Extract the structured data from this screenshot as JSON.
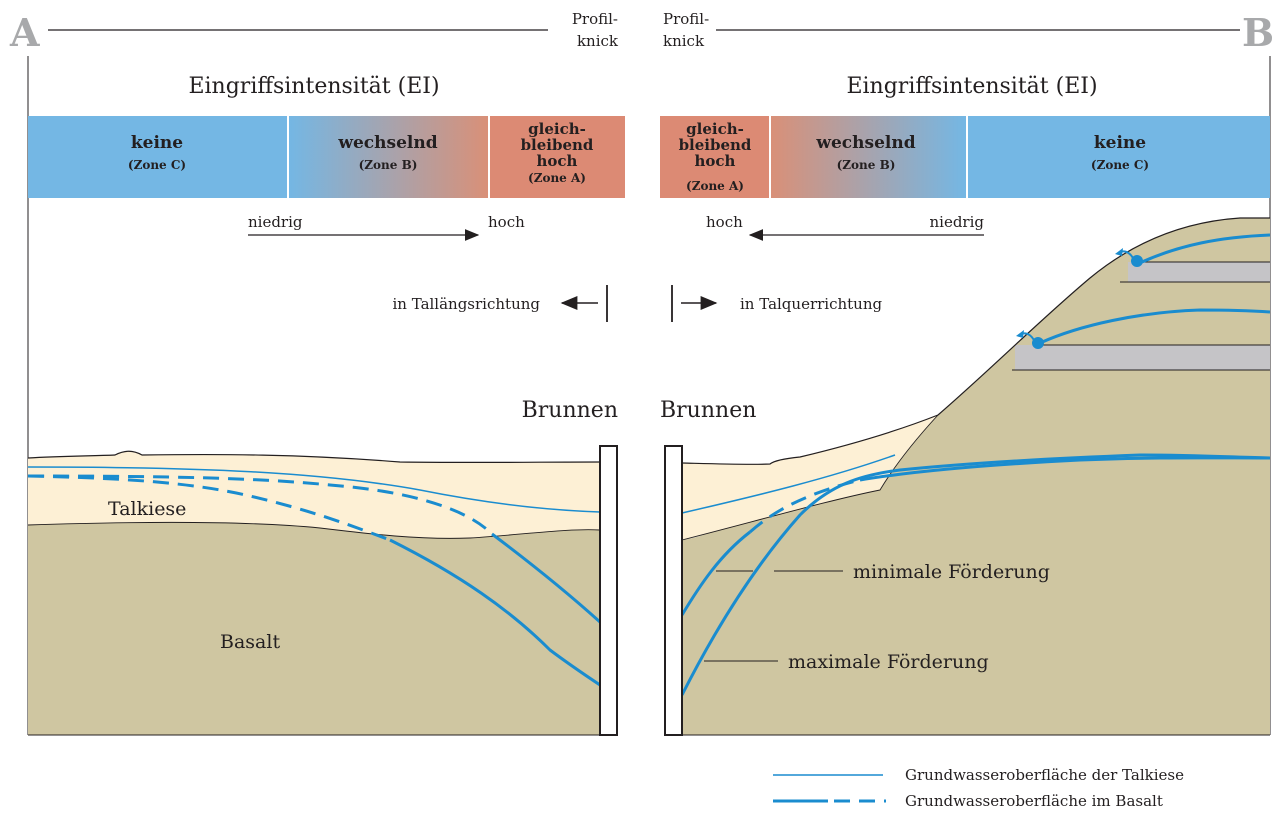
{
  "corners": {
    "left": "A",
    "right": "B"
  },
  "profile_break": {
    "left": [
      "Profil-",
      "knick"
    ],
    "right": [
      "Profil-",
      "knick"
    ]
  },
  "intensity_title": {
    "left": "Eingriffsintensität (EI)",
    "right": "Eingriffsintensität (EI)"
  },
  "zones_left": [
    {
      "label_lines": [
        "keine"
      ],
      "zone": "(Zone C)"
    },
    {
      "label_lines": [
        "wechselnd"
      ],
      "zone": "(Zone B)"
    },
    {
      "label_lines": [
        "gleich-",
        "bleibend",
        "hoch"
      ],
      "zone": "(Zone A)"
    }
  ],
  "zones_right": [
    {
      "label_lines": [
        "gleich-",
        "bleibend",
        "hoch"
      ],
      "zone": "(Zone A)"
    },
    {
      "label_lines": [
        "wechselnd"
      ],
      "zone": "(Zone B)"
    },
    {
      "label_lines": [
        "keine"
      ],
      "zone": "(Zone C)"
    }
  ],
  "gradient_left": {
    "low": "niedrig",
    "high": "hoch"
  },
  "gradient_right": {
    "high": "hoch",
    "low": "niedrig"
  },
  "direction_left": "in Tallängsrichtung",
  "direction_right": "in Talquerrichtung",
  "well_label": {
    "left": "Brunnen",
    "right": "Brunnen"
  },
  "layers": {
    "gravel": "Talkiese",
    "basalt": "Basalt"
  },
  "pumping": {
    "min": "minimale Förderung",
    "max": "maximale Förderung"
  },
  "legend": [
    {
      "text": "Grundwasseroberfläche der Talkiese",
      "style": "thin-solid"
    },
    {
      "text": "Grundwasseroberfläche im Basalt",
      "style": "thick-solid-dashed"
    }
  ],
  "colors": {
    "zone_none": "#74b7e4",
    "zone_high": "#dc8a74",
    "basalt": "#cfc6a1",
    "gravel": "#fdf0d5",
    "gray_layer": "#c5c4c7",
    "water_line": "#1a8ccf"
  }
}
